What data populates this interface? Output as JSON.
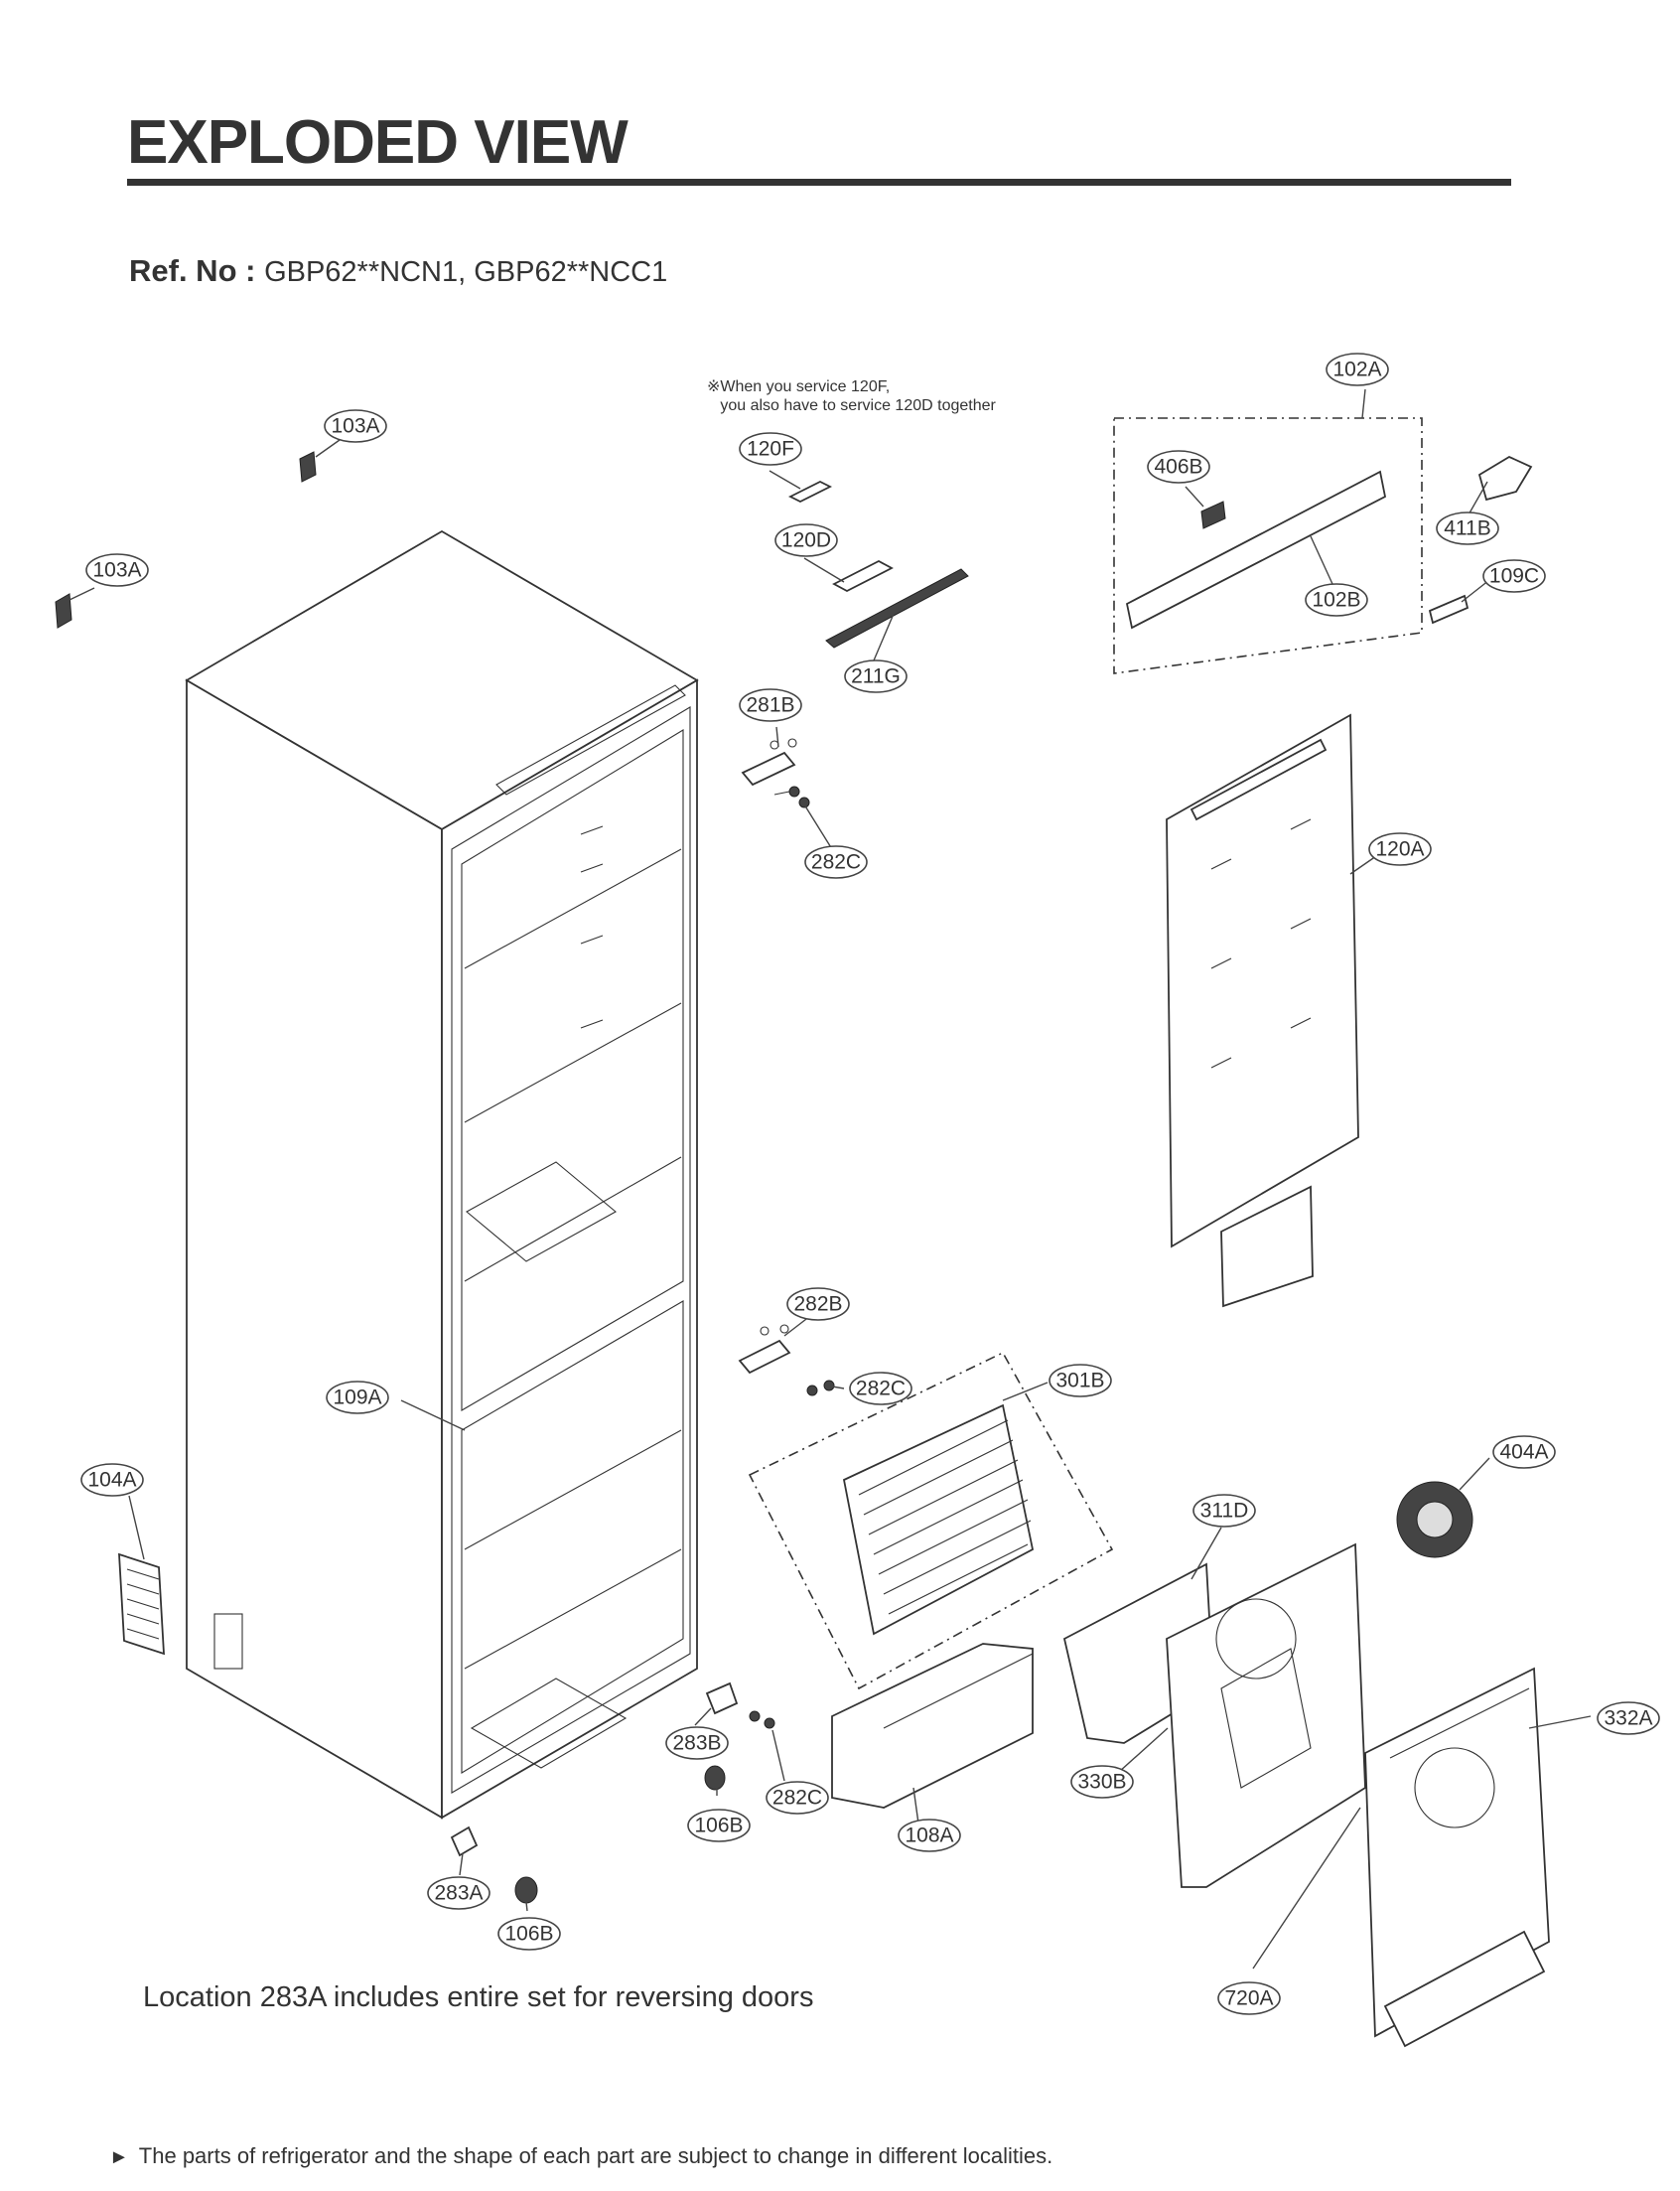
{
  "header": {
    "title": "EXPLODED VIEW",
    "ref_label": "Ref. No :",
    "ref_value": "GBP62**NCN1, GBP62**NCC1"
  },
  "notes": {
    "service_note": "※When you service 120F,\n   you also have to service 120D together",
    "location_note": "Location 283A includes entire set for reversing doors",
    "footer_note": "The parts of refrigerator and the shape of each part are subject to change in different localities.",
    "footer_marker": "►"
  },
  "callouts": {
    "c103a_top": "103A",
    "c103a_left": "103A",
    "c120f": "120F",
    "c120d": "120D",
    "c211g": "211G",
    "c102a": "102A",
    "c406b": "406B",
    "c102b": "102B",
    "c411b": "411B",
    "c109c": "109C",
    "c281b": "281B",
    "c282c_top": "282C",
    "c120a": "120A",
    "c282b": "282B",
    "c282c_mid": "282C",
    "c301b": "301B",
    "c109a": "109A",
    "c104a": "104A",
    "c404a": "404A",
    "c311d": "311D",
    "c332a": "332A",
    "c283b": "283B",
    "c282c_bot": "282C",
    "c106b_mid": "106B",
    "c108a": "108A",
    "c330b": "330B",
    "c283a": "283A",
    "c106b_bot": "106B",
    "c720a": "720A"
  }
}
